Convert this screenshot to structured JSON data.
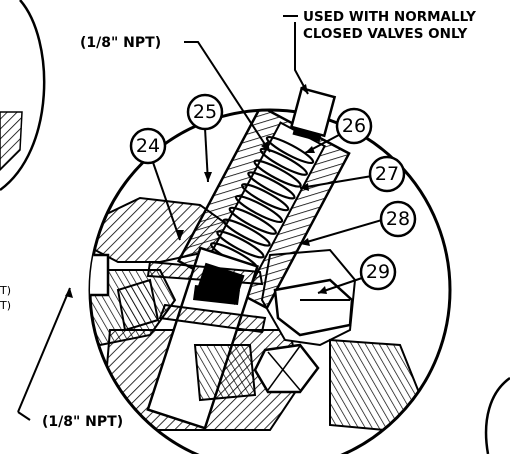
{
  "callouts": {
    "npt_top": "(1/8\" NPT)",
    "npt_bottom": "(1/8\" NPT)",
    "note_line1": "USED WITH NORMALLY",
    "note_line2": "CLOSED VALVES ONLY"
  },
  "balloons": [
    "24",
    "25",
    "26",
    "27",
    "28",
    "29"
  ],
  "left_fragments": [
    "T)",
    "T)"
  ]
}
